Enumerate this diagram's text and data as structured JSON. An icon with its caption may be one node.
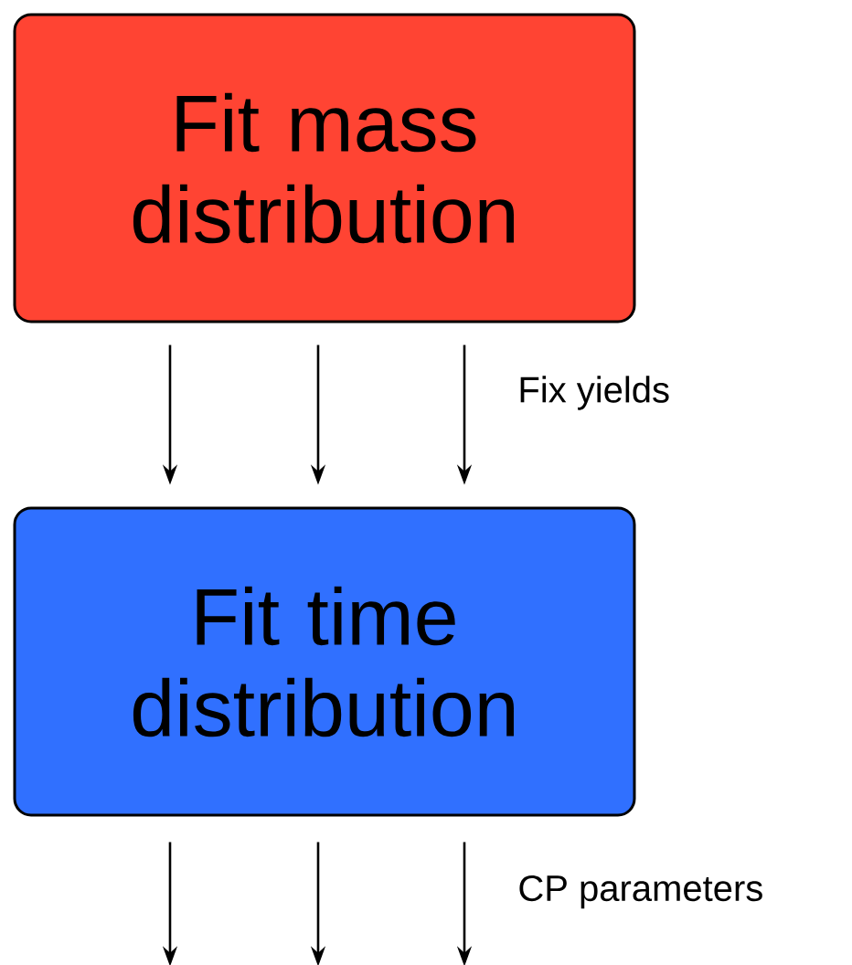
{
  "diagram": {
    "nodes": [
      {
        "text": [
          "Fit mass distribution"
        ]
      },
      {
        "text": [
          "Fit time distribution"
        ]
      }
    ],
    "edges": [
      {
        "from": 0,
        "to": 1,
        "arrow": "to"
      },
      {
        "from": 0,
        "to": 1,
        "arrow": "to"
      },
      {
        "from": 0,
        "to": 1,
        "arrow": "to"
      },
      {
        "from": 1,
        "to": null,
        "arrow": "to"
      },
      {
        "from": 1,
        "to": null,
        "arrow": "to"
      },
      {
        "from": 1,
        "to": null,
        "arrow": "to"
      }
    ],
    "labels": [
      "Fix yields",
      "CP parameters"
    ]
  }
}
